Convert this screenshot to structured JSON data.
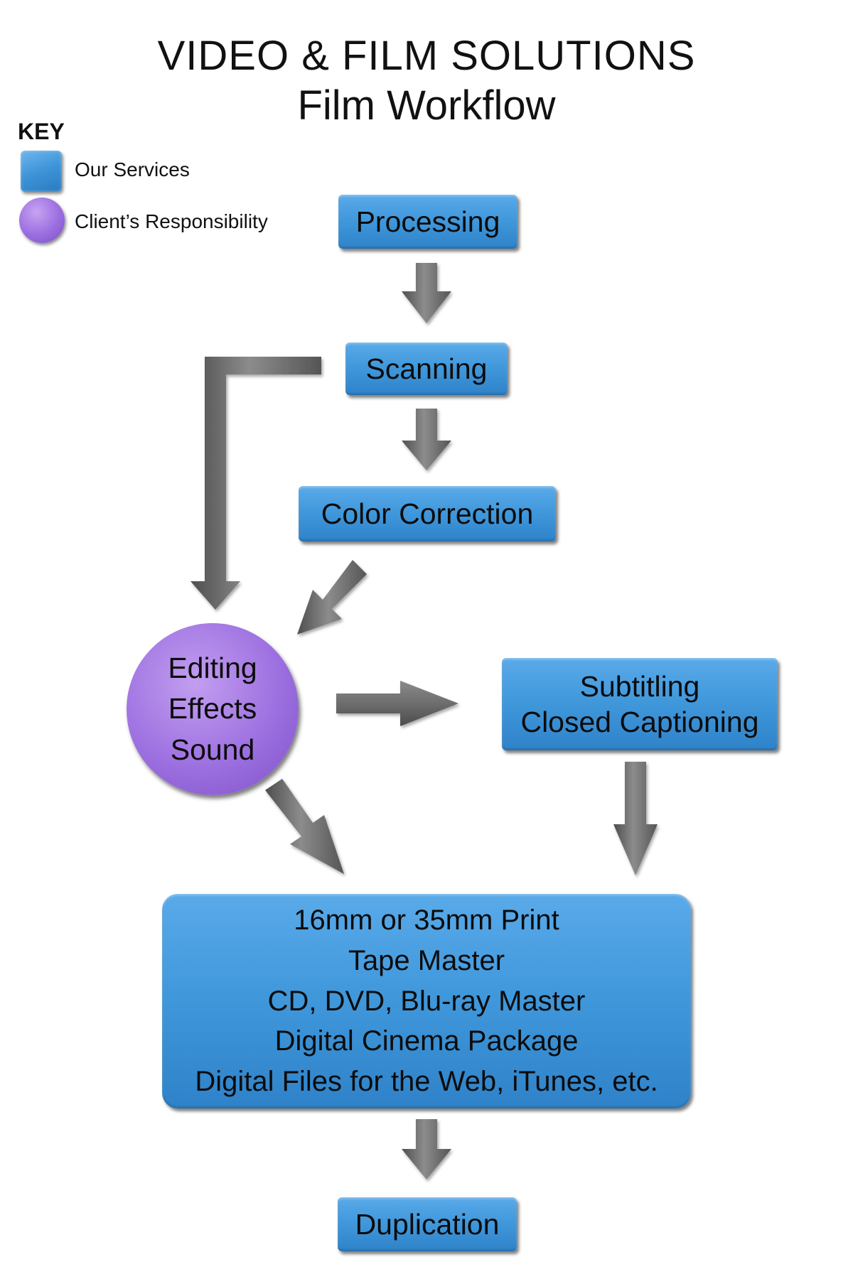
{
  "title": {
    "line1": "VIDEO & FILM SOLUTIONS",
    "line2": "Film Workflow"
  },
  "key": {
    "heading": "KEY",
    "our_services": "Our Services",
    "client_responsibility": "Client’s Responsibility"
  },
  "colors": {
    "our_services": "#4199dc",
    "client_responsibility": "#9d70e0",
    "arrow": "#6e6e6e"
  },
  "nodes": {
    "processing": "Processing",
    "scanning": "Scanning",
    "color_correction": "Color Correction",
    "client_work": [
      "Editing",
      "Effects",
      "Sound"
    ],
    "subtitling": [
      "Subtitling",
      "Closed Captioning"
    ],
    "outputs": [
      "16mm or 35mm Print",
      "Tape Master",
      "CD, DVD, Blu-ray Master",
      "Digital Cinema Package",
      "Digital Files for the Web, iTunes, etc."
    ],
    "duplication": "Duplication"
  },
  "edges": [
    [
      "processing",
      "scanning"
    ],
    [
      "scanning",
      "color_correction"
    ],
    [
      "scanning",
      "client_work"
    ],
    [
      "color_correction",
      "client_work"
    ],
    [
      "client_work",
      "subtitling"
    ],
    [
      "client_work",
      "outputs"
    ],
    [
      "subtitling",
      "outputs"
    ],
    [
      "outputs",
      "duplication"
    ]
  ]
}
